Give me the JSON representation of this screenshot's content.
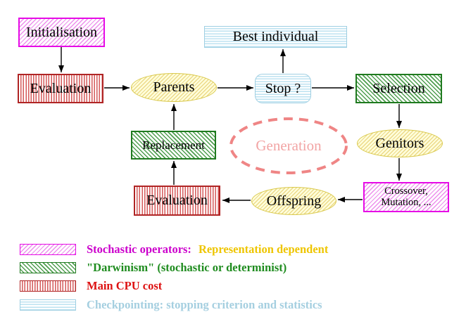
{
  "diagram": {
    "nodes": {
      "initialisation": {
        "label": "Initialisation",
        "style": "stochastic-operator"
      },
      "best_individual": {
        "label": "Best individual",
        "style": "checkpointing"
      },
      "evaluation_top": {
        "label": "Evaluation",
        "style": "main-cpu-cost"
      },
      "parents": {
        "label": "Parents",
        "style": "population"
      },
      "stop": {
        "label": "Stop ?",
        "style": "checkpointing"
      },
      "selection": {
        "label": "Selection",
        "style": "darwinism"
      },
      "replacement": {
        "label": "Replacement",
        "style": "darwinism"
      },
      "genitors": {
        "label": "Genitors",
        "style": "population"
      },
      "generation": {
        "label": "Generation",
        "style": "cycle-annotation"
      },
      "evaluation_bottom": {
        "label": "Evaluation",
        "style": "main-cpu-cost"
      },
      "offspring": {
        "label": "Offspring",
        "style": "population"
      },
      "crossover": {
        "line1": "Crossover,",
        "line2": "Mutation, ...",
        "style": "stochastic-operator"
      }
    },
    "edges": [
      "Initialisation -> Evaluation",
      "Evaluation -> Parents",
      "Parents -> Stop ?",
      "Stop ? -> Best individual",
      "Stop ? -> Selection",
      "Selection -> Genitors",
      "Genitors -> Crossover/Mutation",
      "Crossover/Mutation -> Offspring",
      "Offspring -> Evaluation",
      "Evaluation -> Replacement",
      "Replacement -> Parents"
    ]
  },
  "legend": {
    "stochastic": {
      "label": "Stochastic operators:",
      "qualifier": "Representation dependent"
    },
    "darwinism": {
      "label": "\"Darwinism\" (stochastic or determinist)"
    },
    "cpu": {
      "label": "Main CPU cost"
    },
    "checkpointing": {
      "label": "Checkpointing: stopping criterion and statistics"
    }
  },
  "colors": {
    "magenta_border": "#e60ae6",
    "magenta_hatch": "#ec8fec",
    "red_border": "#b02525",
    "red_stripe": "#d45a5a",
    "green_border": "#1f7a1f",
    "green_hatch": "#4f9e4f",
    "cyan_border": "#9fcfe2",
    "cyan_stripe": "#bce2f0",
    "yellow_border": "#d9c84a",
    "yellow_fill": "#ffffdc",
    "yellow_hatch": "#ecd98a",
    "generation_dash": "#ef8585",
    "generation_text": "#f2a4a4",
    "legend_magenta_text": "#cc00cc",
    "legend_gold_text": "#eec500",
    "legend_green_text": "#1f8c1f",
    "legend_red_text": "#dd1111",
    "legend_cyan_text": "#a5cfe0",
    "arrow": "#000000"
  }
}
